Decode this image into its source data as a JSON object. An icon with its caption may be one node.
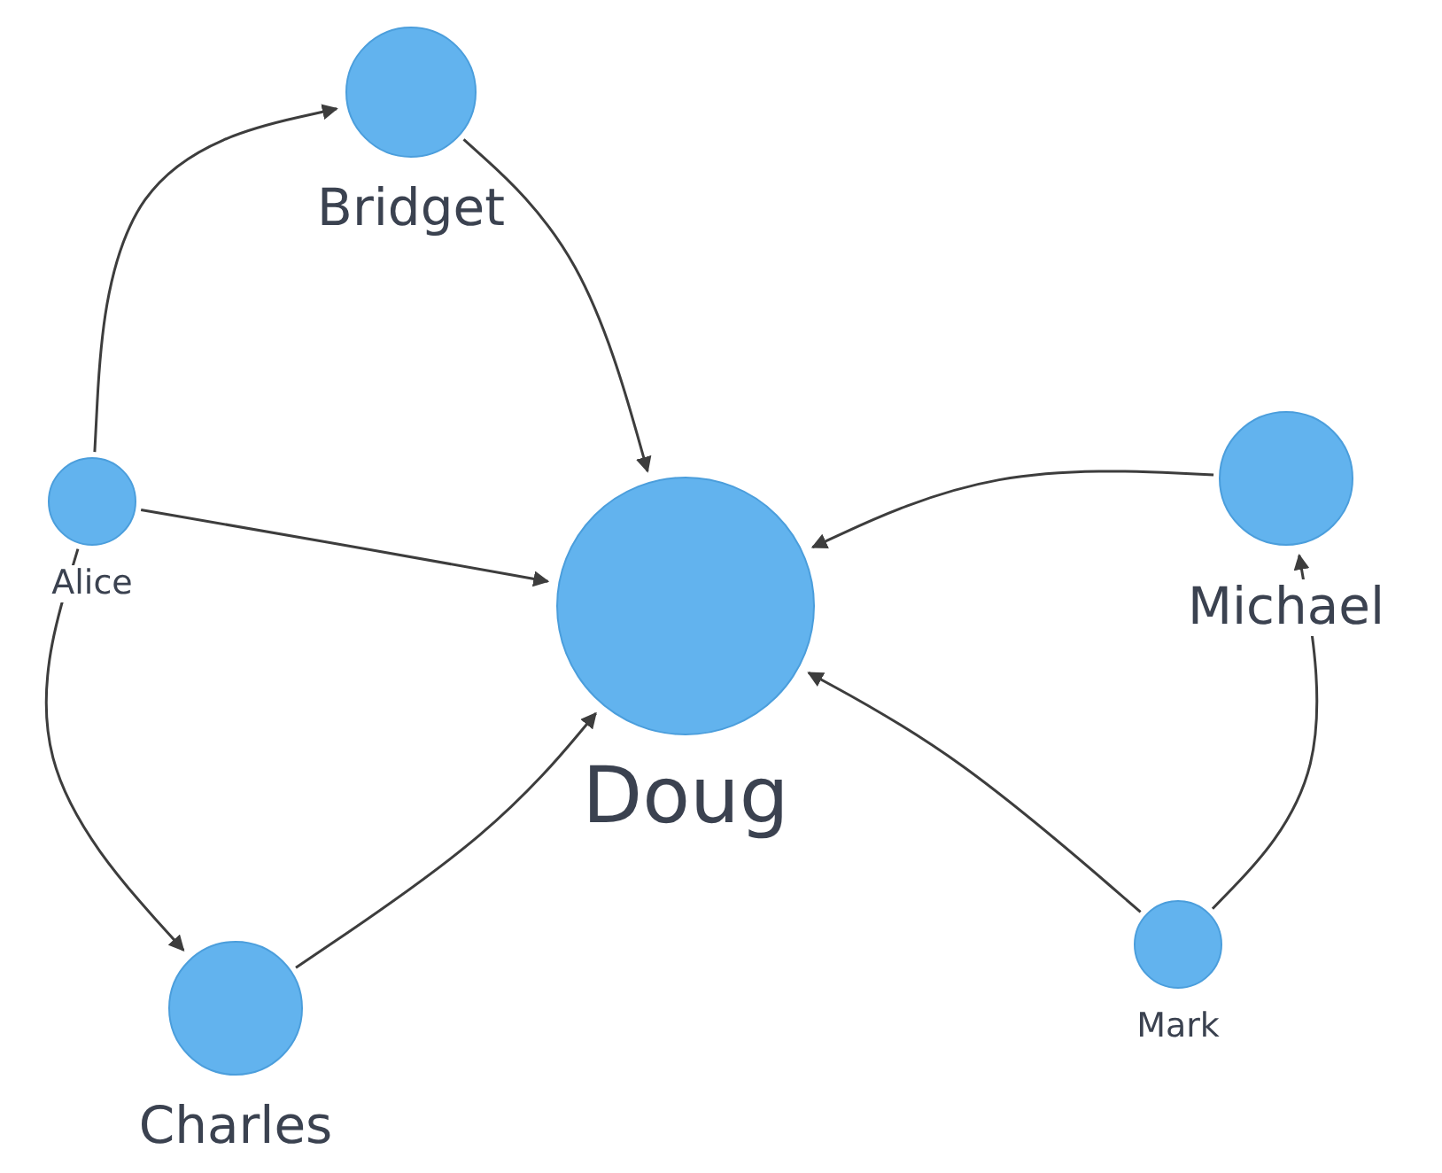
{
  "diagram": {
    "nodes": [
      {
        "text": [
          "Bridget"
        ]
      },
      {
        "text": [
          "Alice"
        ]
      },
      {
        "text": [
          "Doug"
        ]
      },
      {
        "text": [
          "Michael"
        ]
      },
      {
        "text": [
          "Charles"
        ]
      },
      {
        "text": [
          "Mark"
        ]
      }
    ],
    "edges": [
      {
        "from": 1,
        "to": 0,
        "arrow": "to"
      },
      {
        "from": 0,
        "to": 2,
        "arrow": "to"
      },
      {
        "from": 1,
        "to": 2,
        "arrow": "to"
      },
      {
        "from": 1,
        "to": 4,
        "arrow": "to"
      },
      {
        "from": 4,
        "to": 2,
        "arrow": "to"
      },
      {
        "from": 3,
        "to": 2,
        "arrow": "to"
      },
      {
        "from": 5,
        "to": 2,
        "arrow": "to"
      },
      {
        "from": 5,
        "to": 3,
        "arrow": "to"
      }
    ]
  }
}
